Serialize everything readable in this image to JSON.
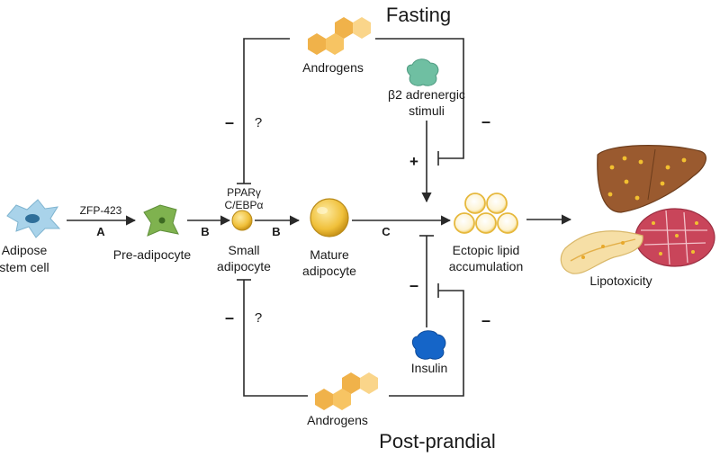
{
  "title_top": "Fasting",
  "title_bottom": "Post-prandial",
  "cells": {
    "stem": [
      "Adipose",
      "stem cell"
    ],
    "pre": "Pre-adipocyte",
    "small": [
      "Small",
      "adipocyte"
    ],
    "mature": [
      "Mature",
      "adipocyte"
    ],
    "ectopic": [
      "Ectopic lipid",
      "accumulation"
    ],
    "lipotoxicity": "Lipotoxicity"
  },
  "factors": {
    "zfp": "ZFP-423",
    "ppar": "PPARγ",
    "cebp": "C/EBPα",
    "androgens_top": "Androgens",
    "androgens_bottom": "Androgens",
    "beta": [
      "β2 adrenergic",
      "stimuli"
    ],
    "insulin": "Insulin"
  },
  "step_labels": {
    "a": "A",
    "b1": "B",
    "b2": "B",
    "c": "C"
  },
  "signs": {
    "top_left_minus": "–",
    "top_left_q": "?",
    "top_right_minus": "–",
    "plus": "+",
    "bottom_left_minus": "–",
    "bottom_left_q": "?",
    "bottom_right_minus_inner": "–",
    "bottom_right_minus_outer": "–"
  },
  "colors": {
    "stem_cell": "#a9d3ea",
    "pre_adipocyte": "#7fb24f",
    "adipocyte": "#f0c03a",
    "androgen_dark": "#f0b24a",
    "androgen_light": "#fad58a",
    "beta_stimuli": "#6fbfa2",
    "insulin": "#1565c8",
    "liver": "#9a5a2f",
    "muscle": "#c9455a",
    "pancreas": "#f6dfa6"
  }
}
